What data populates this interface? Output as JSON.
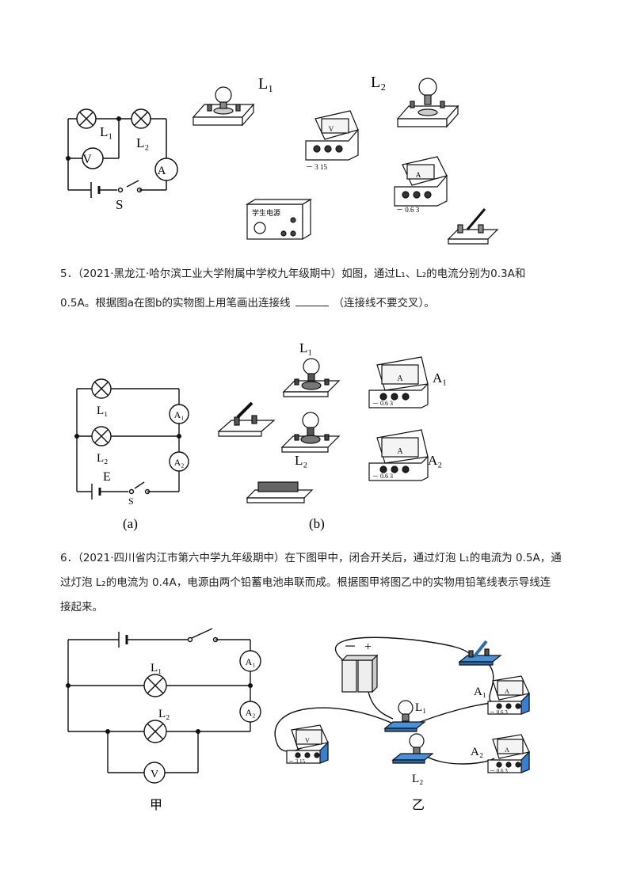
{
  "top": {
    "circuit_labels": {
      "l1": "L₁",
      "l2": "L₂",
      "v": "V",
      "a": "A",
      "s": "S"
    },
    "device_labels": {
      "l1": "L₁",
      "l2": "L₂"
    },
    "voltmeter_scale": "－ 3 15",
    "ammeter_scale": "－ 0.6 3",
    "power_box_text": "学生电源"
  },
  "q5": {
    "text_line1": "5．（2021·黑龙江·哈尔滨工业大学附属中学校九年级期中）如图，通过L₁、L₂的电流分别为0.3A和",
    "text_line2a": "0.5A。根据图a在图b的实物图上用笔画出连接线",
    "text_line2b": "（连接线不要交叉）。",
    "fig_a_labels": {
      "l1": "L₁",
      "l2": "L₂",
      "a1": "A₁",
      "a2": "A₂",
      "e": "E",
      "s": "S"
    },
    "fig_b_labels": {
      "l1": "L₁",
      "l2": "L₂",
      "a1": "A₁",
      "a2": "A₂"
    },
    "meter_scale": "－ 0.6 3",
    "caption_a": "(a)",
    "caption_b": "(b)"
  },
  "q6": {
    "text_line1": "6．（2021·四川省内江市第六中学九年级期中）在下图甲中，闭合开关后，通过灯泡 L₁的电流为 0.5A，通",
    "text_line2": "过灯泡 L₂的电流为 0.4A，电源由两个铅蓄电池串联而成。根据图甲将图乙中的实物用铅笔线表示导线连",
    "text_line3": "接起来。",
    "fig_jia_labels": {
      "l1": "L₁",
      "l2": "L₂",
      "a1": "A₁",
      "a2": "A₂",
      "v": "V"
    },
    "fig_yi_labels": {
      "minus": "－",
      "plus": "+",
      "l1": "L₁",
      "l2": "L₂",
      "a1": "A₁",
      "a2": "A₂"
    },
    "voltmeter_scale": "－ 3 15",
    "ammeter_scale": "－ 0.6 3",
    "caption_jia": "甲",
    "caption_yi": "乙"
  }
}
